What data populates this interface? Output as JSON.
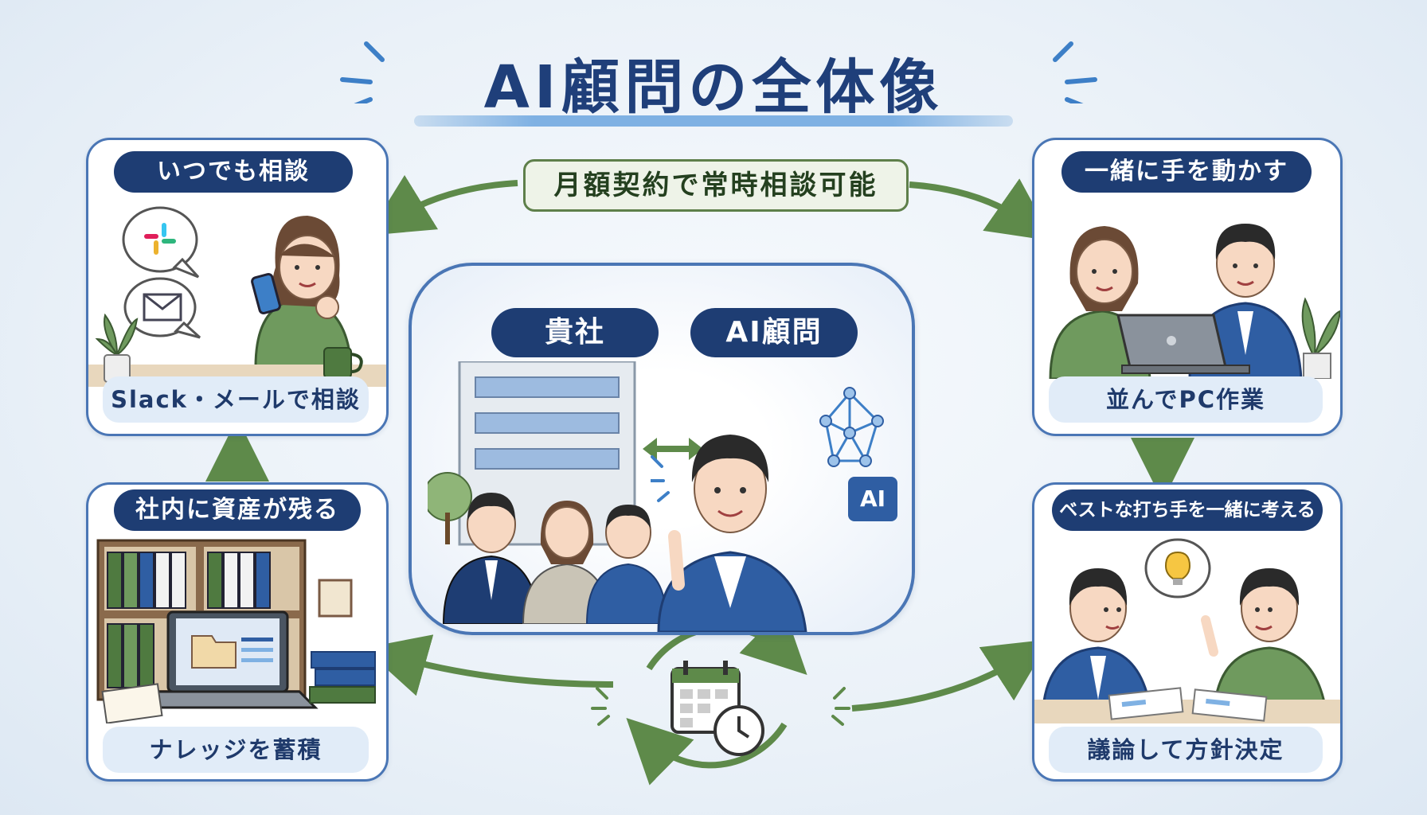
{
  "title": "AI顧問の全体像",
  "top_label": "月額契約で常時相談可能",
  "center": {
    "left_label": "貴社",
    "right_label": "AI顧問",
    "ai_badge": "AI"
  },
  "panels": {
    "top_left": {
      "pill": "いつでも相談",
      "caption": "Slack・メールで相談"
    },
    "top_right": {
      "pill": "一緒に手を動かす",
      "caption": "並んでPC作業"
    },
    "bottom_left": {
      "pill": "社内に資産が残る",
      "caption": "ナレッジを蓄積"
    },
    "bottom_right": {
      "pill": "ベストな打ち手を一緒に考える",
      "caption": "議論して方針決定"
    }
  },
  "colors": {
    "navy": "#1e3d73",
    "panel_border": "#4a76b5",
    "caption_bg": "#e1ecf8",
    "arrow_green": "#5e8a4a",
    "title": "#1f3f7a"
  }
}
